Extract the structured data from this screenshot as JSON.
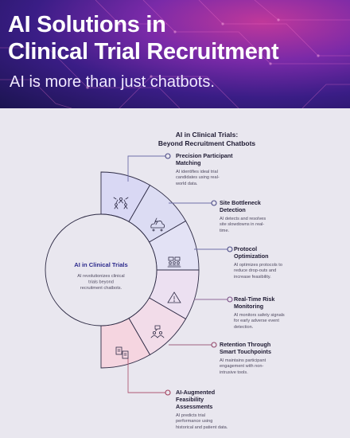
{
  "hero": {
    "title_line1": "AI Solutions in",
    "title_line2": "Clinical Trial Recruitment",
    "subtitle": "AI is more than just chatbots."
  },
  "diagram": {
    "heading_line1": "AI in Clinical Trials:",
    "heading_line2": "Beyond Recruitment Chatbots",
    "center": {
      "title": "AI in Clinical Trials",
      "desc_line1": "AI revolutionizes clinical",
      "desc_line2": "trials beyond",
      "desc_line3": "recruitment chatbots."
    },
    "items": [
      {
        "title_line1": "Precision Participant",
        "title_line2": "Matching",
        "desc_line1": "AI identifies ideal trial",
        "desc_line2": "candidates using real-",
        "desc_line3": "world data.",
        "icon": "people-network-icon",
        "color": "#d9d8f4"
      },
      {
        "title_line1": "Site Bottleneck",
        "title_line2": "Detection",
        "desc_line1": "AI detects and resolves",
        "desc_line2": "site slowdowns in real-",
        "desc_line3": "time.",
        "icon": "cloud-lightning-icon",
        "color": "#dcdcf3"
      },
      {
        "title_line1": "Protocol",
        "title_line2": "Optimization",
        "desc_line1": "AI optimizes protocols to",
        "desc_line2": "reduce drop-outs and",
        "desc_line3": "increase feasibility.",
        "icon": "team-desk-icon",
        "color": "#e3e2f5"
      },
      {
        "title_line1": "Real-Time Risk",
        "title_line2": "Monitoring",
        "desc_line1": "AI monitors safety signals",
        "desc_line2": "for early adverse event",
        "desc_line3": "detection.",
        "icon": "warning-triangle-icon",
        "color": "#ece0f1"
      },
      {
        "title_line1": "Retention Through",
        "title_line2": "Smart Touchpoints",
        "desc_line1": "AI maintains participant",
        "desc_line2": "engagement with non-",
        "desc_line3": "intrusive tools.",
        "icon": "people-chat-icon",
        "color": "#f2dce9"
      },
      {
        "title_line1": "AI-Augmented",
        "title_line2": "Feasibility",
        "title_line3": "Assessments",
        "desc_line1": "AI predicts trial",
        "desc_line2": "performance using",
        "desc_line3": "historical and patient data.",
        "icon": "documents-icon",
        "color": "#f5d5e0"
      }
    ]
  }
}
